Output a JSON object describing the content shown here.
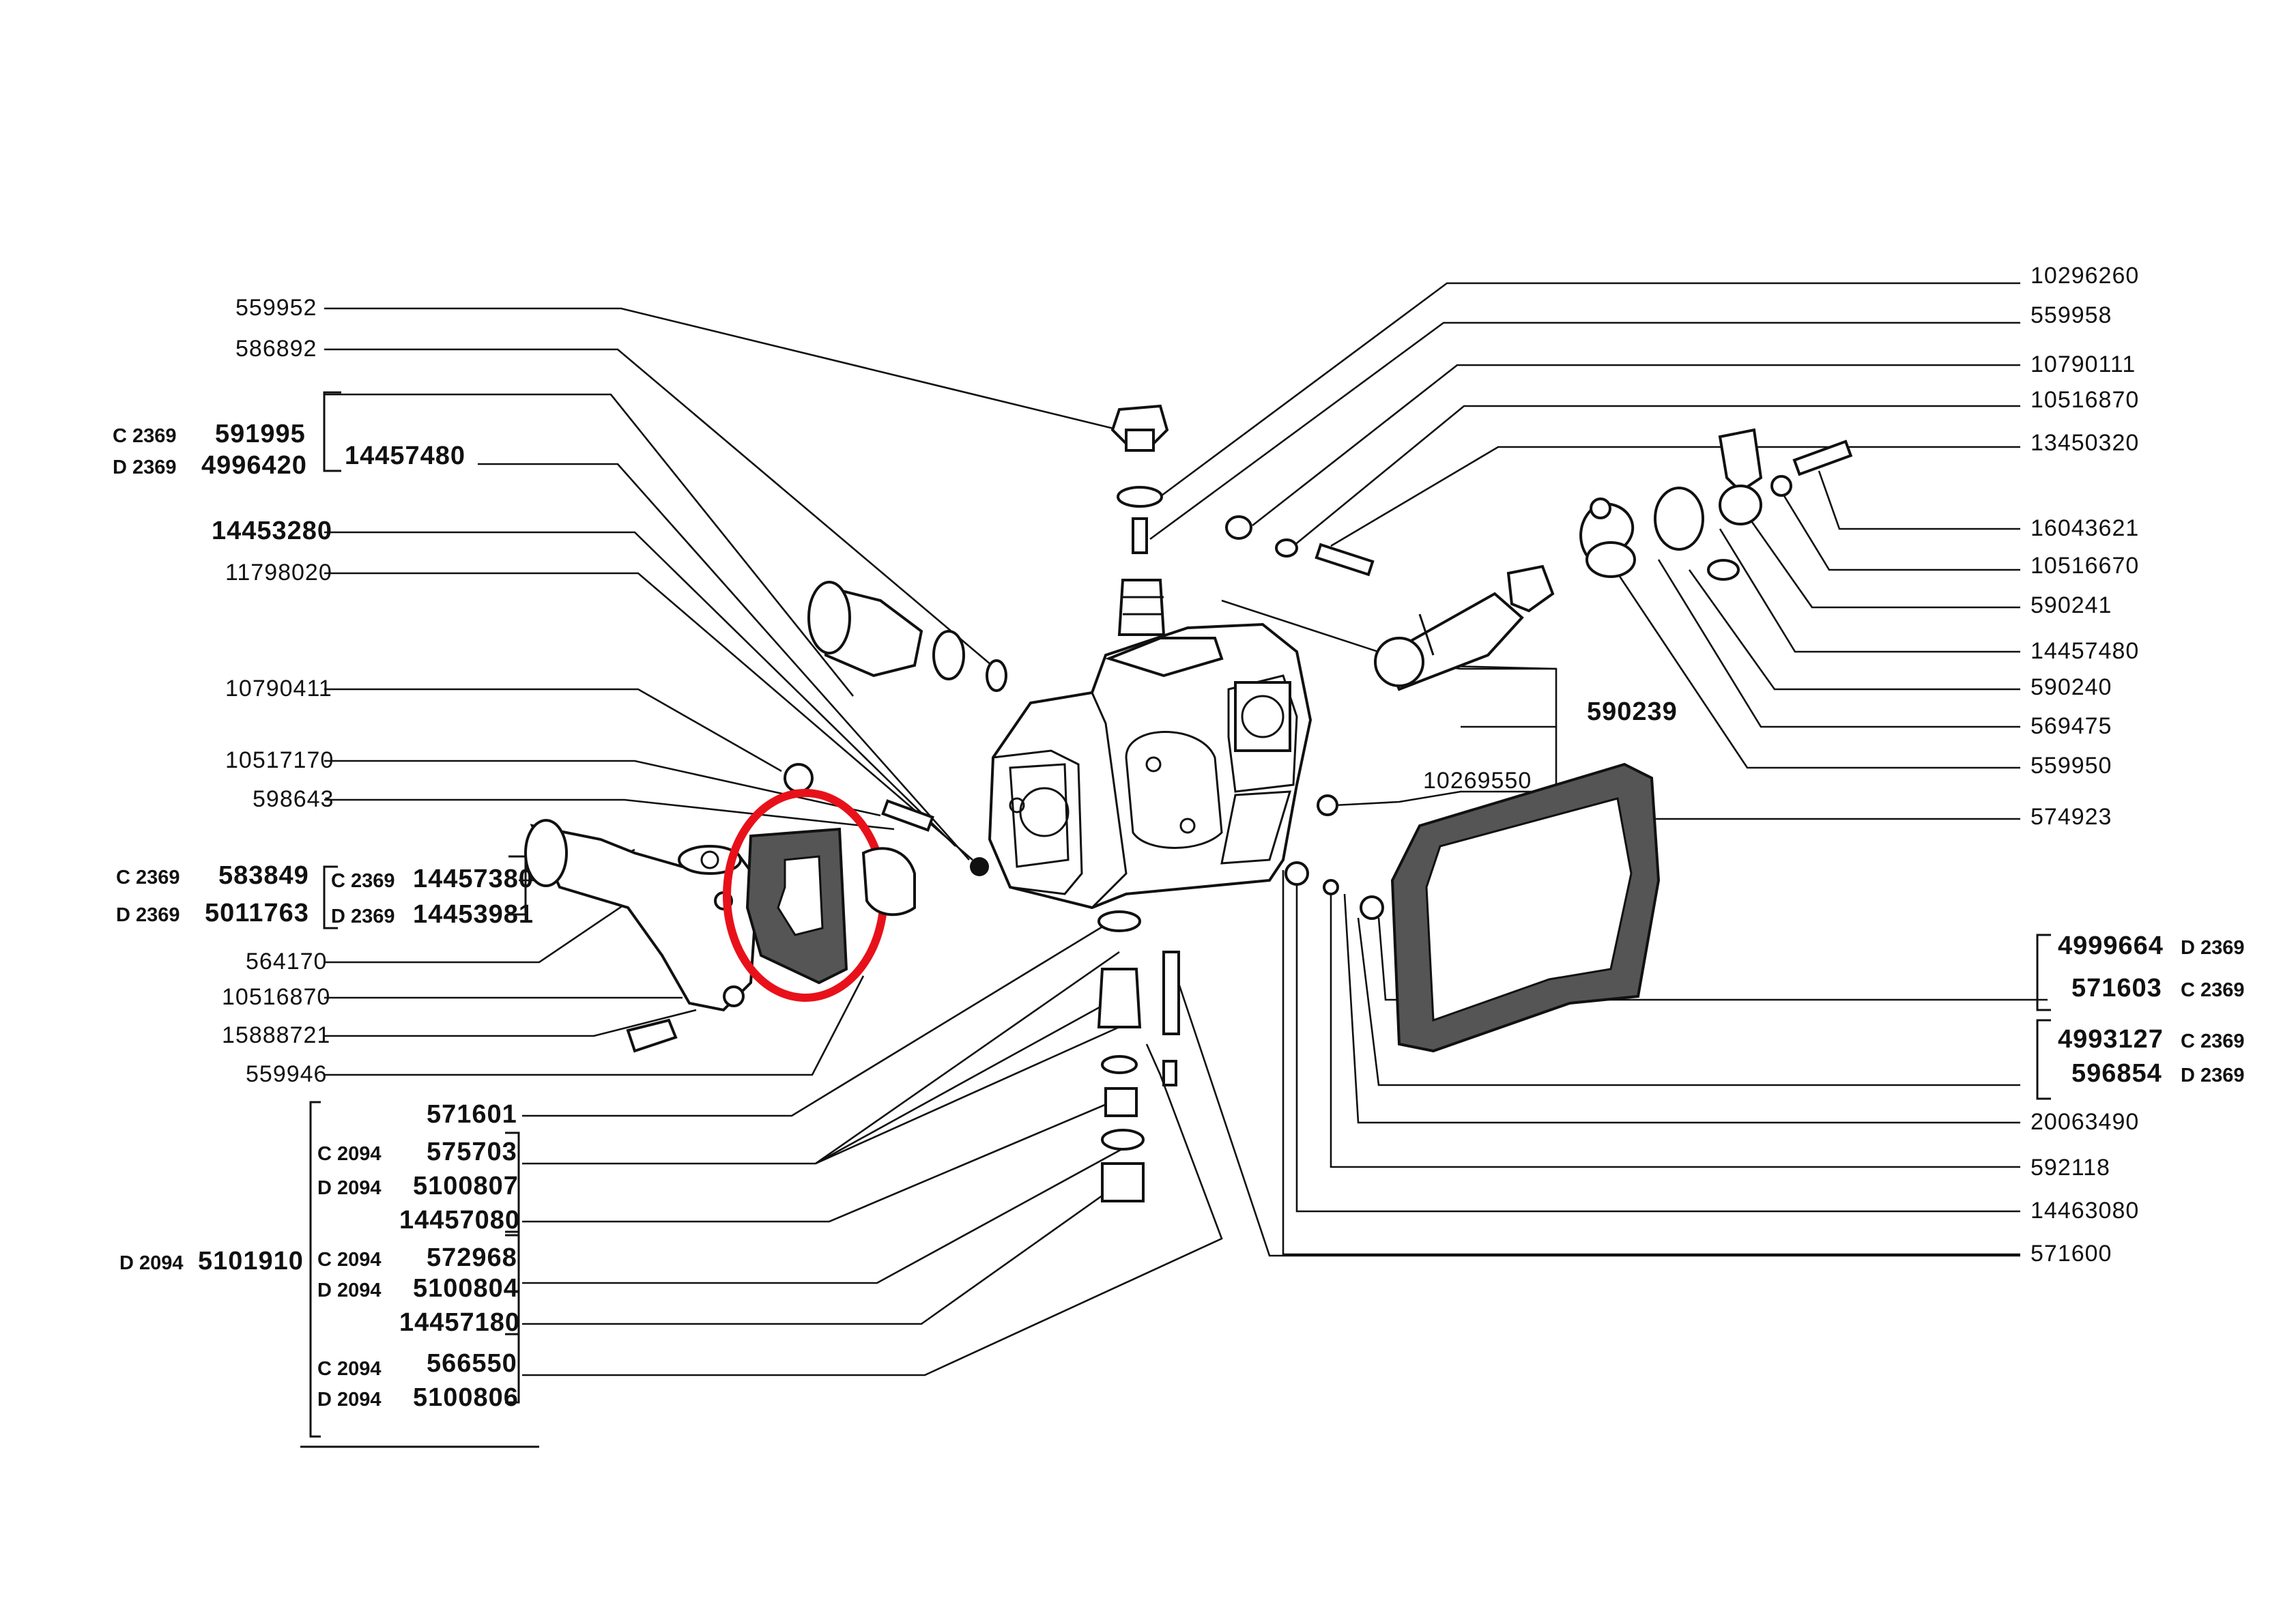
{
  "labels": {
    "l559952": "559952",
    "l586892": "586892",
    "l591995": "591995",
    "l4996420": "4996420",
    "l14457480a": "14457480",
    "l14453280": "14453280",
    "l11798020": "11798020",
    "l10790411": "10790411",
    "l10517170": "10517170",
    "l598643": "598643",
    "l583849": "583849",
    "l5011763": "5011763",
    "l14457380": "14457380",
    "l14453981": "14453981",
    "l564170": "564170",
    "l10516870a": "10516870",
    "l15888721": "15888721",
    "l559946": "559946",
    "l571601": "571601",
    "l575703": "575703",
    "l5100807": "5100807",
    "l14457080": "14457080",
    "l5101910": "5101910",
    "l572968": "572968",
    "l5100804": "5100804",
    "l14457180": "14457180",
    "l566550": "566550",
    "l5100806": "5100806",
    "r10296260": "10296260",
    "r559958": "559958",
    "r10790111": "10790111",
    "r10516870": "10516870",
    "r13450320": "13450320",
    "r16043621": "16043621",
    "r10516670": "10516670",
    "r590241": "590241",
    "r14457480": "14457480",
    "r590240": "590240",
    "r569475": "569475",
    "r559950": "559950",
    "r574923": "574923",
    "r4999664": "4999664",
    "r571603": "571603",
    "r4993127": "4993127",
    "r596854": "596854",
    "r20063490": "20063490",
    "r592118": "592118",
    "r14463080": "14463080",
    "r571600": "571600",
    "c590239": "590239",
    "c10269550": "10269550"
  },
  "codes": {
    "c2369": "C 2369",
    "d2369": "D 2369",
    "c2094": "C 2094",
    "d2094": "D 2094"
  },
  "highlight": {
    "color": "#e8111a",
    "target": "574923-style gasket"
  }
}
